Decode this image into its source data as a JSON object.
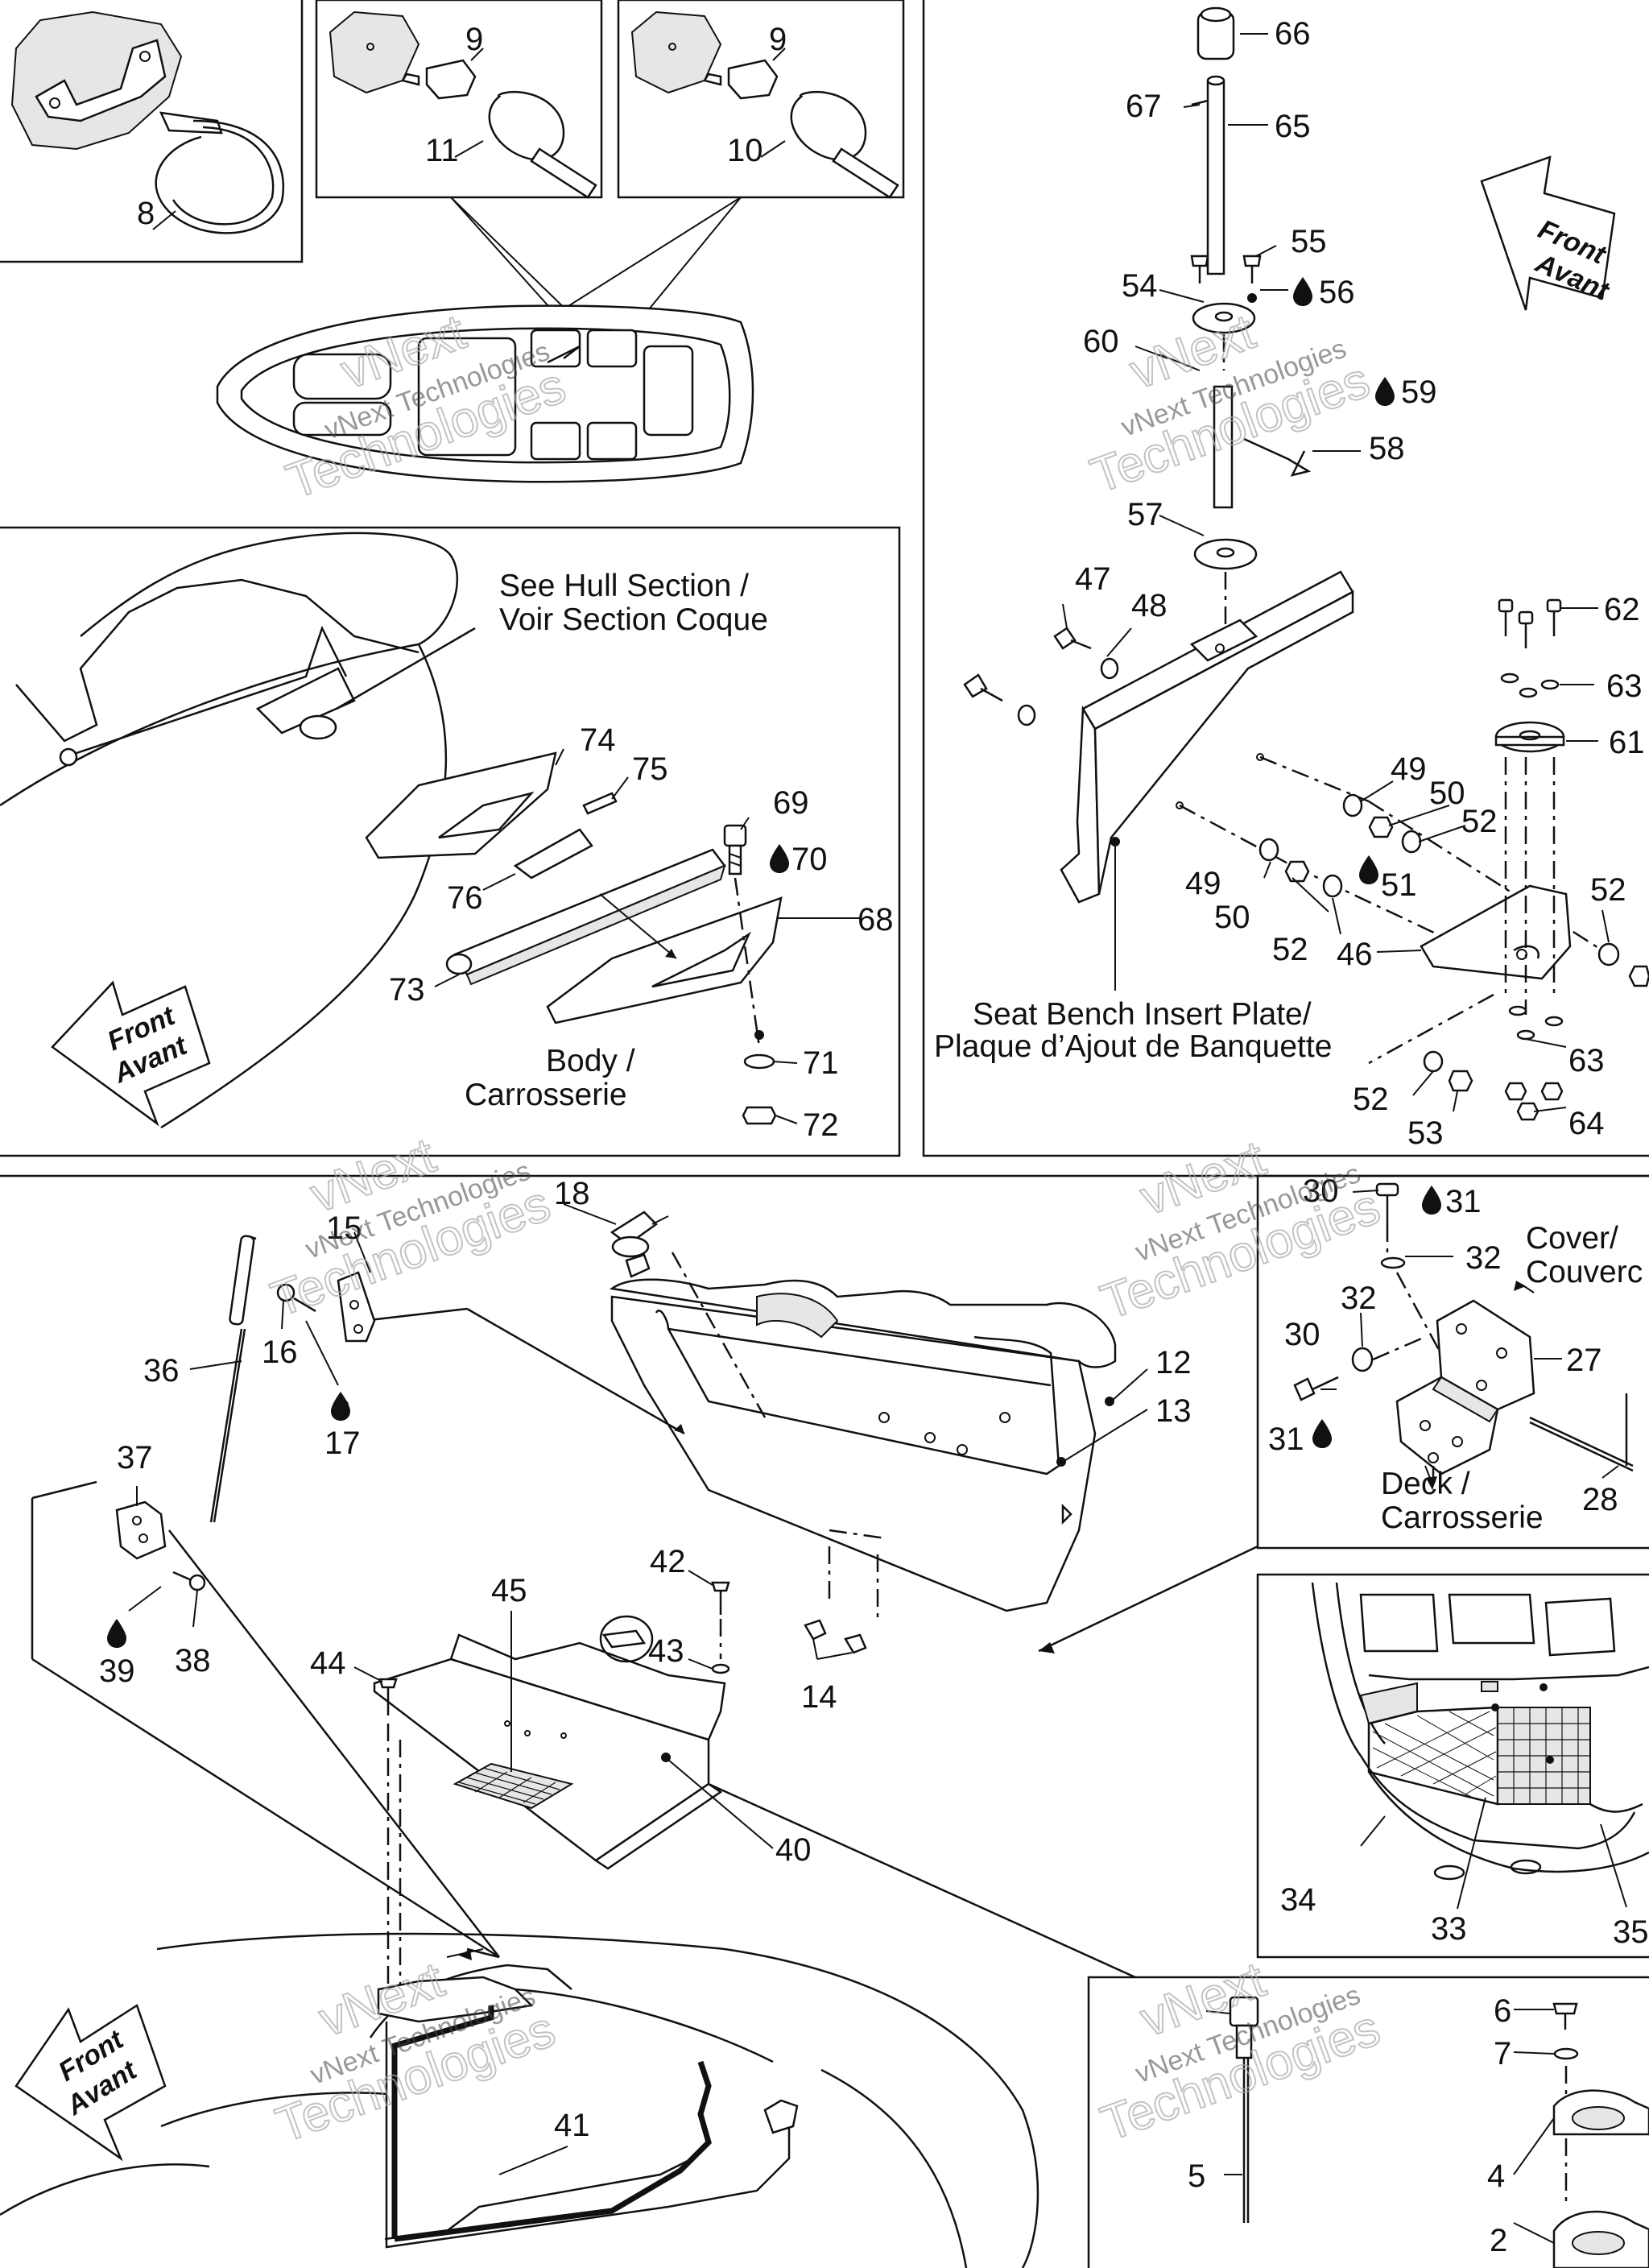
{
  "labels": {
    "l66": "66",
    "l67": "67",
    "l65": "65",
    "l55": "55",
    "l54": "54",
    "l56": "56",
    "l60": "60",
    "l59": "59",
    "l58": "58",
    "l57": "57",
    "l47": "47",
    "l48": "48",
    "l62": "62",
    "l63a": "63",
    "l61": "61",
    "l49a": "49",
    "l50a": "50",
    "l52a": "52",
    "l49b": "49",
    "l51": "51",
    "l50b": "50",
    "l52b": "52",
    "l52c": "52",
    "l46": "46",
    "l63b": "63",
    "l52d": "52",
    "l53": "53",
    "l64": "64",
    "l8": "8",
    "l9a": "9",
    "l11": "11",
    "l9b": "9",
    "l10": "10",
    "l74": "74",
    "l75": "75",
    "l69": "69",
    "l70": "70",
    "l76": "76",
    "l68": "68",
    "l73": "73",
    "l71": "71",
    "l72": "72",
    "l18": "18",
    "l15": "15",
    "l16": "16",
    "l17": "17",
    "l36": "36",
    "l37": "37",
    "l38": "38",
    "l39": "39",
    "l12": "12",
    "l13": "13",
    "l42": "42",
    "l43": "43",
    "l44": "44",
    "l45": "45",
    "l14": "14",
    "l40": "40",
    "l41": "41",
    "l30a": "30",
    "l31a": "31",
    "l32a": "32",
    "l32b": "32",
    "l30b": "30",
    "l27": "27",
    "l31b": "31",
    "l28": "28",
    "l34": "34",
    "l33": "33",
    "l35": "35",
    "l6": "6",
    "l7": "7",
    "l4": "4",
    "l5": "5",
    "l2": "2"
  },
  "captions": {
    "see_hull_1": "See Hull Section /",
    "see_hull_2": "Voir Section Coque",
    "body_1": "Body /",
    "body_2": "Carrosserie",
    "seat_bench_1": "Seat Bench Insert Plate/",
    "seat_bench_2": "Plaque d’Ajout de Banquette",
    "cover_1": "Cover/",
    "cover_2": "Couverc",
    "deck_1": "Deck /",
    "deck_2": "Carrosserie"
  },
  "front_arrows": {
    "front": "Front",
    "avant": "Avant"
  },
  "watermark": {
    "line1": "vNext Technologies",
    "line2": "vNext",
    "line3": "Technologies"
  },
  "colors": {
    "line": "#111111",
    "background": "#ffffff",
    "watermark": "#aaaaaa"
  }
}
